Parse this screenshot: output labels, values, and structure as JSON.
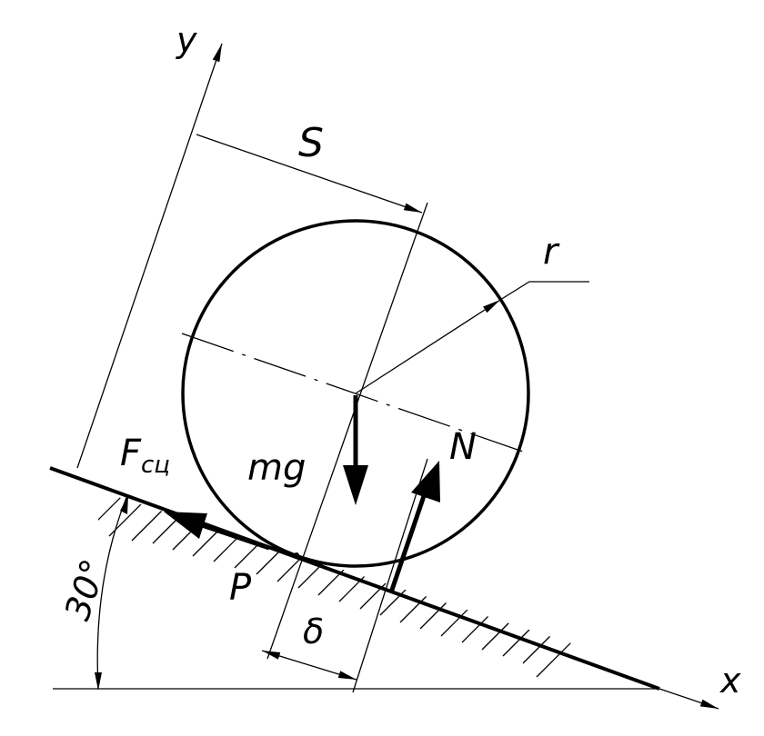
{
  "labels": {
    "y_axis": "y",
    "x_axis": "x",
    "distance": "S",
    "radius": "r",
    "friction_main": "F",
    "friction_sub": "сц",
    "gravity": "mg",
    "normal": "N",
    "contact_point": "P",
    "offset": "δ",
    "angle": "30°"
  },
  "colors": {
    "ink": "#000000",
    "background": "#ffffff"
  },
  "incline_angle_deg": 30
}
